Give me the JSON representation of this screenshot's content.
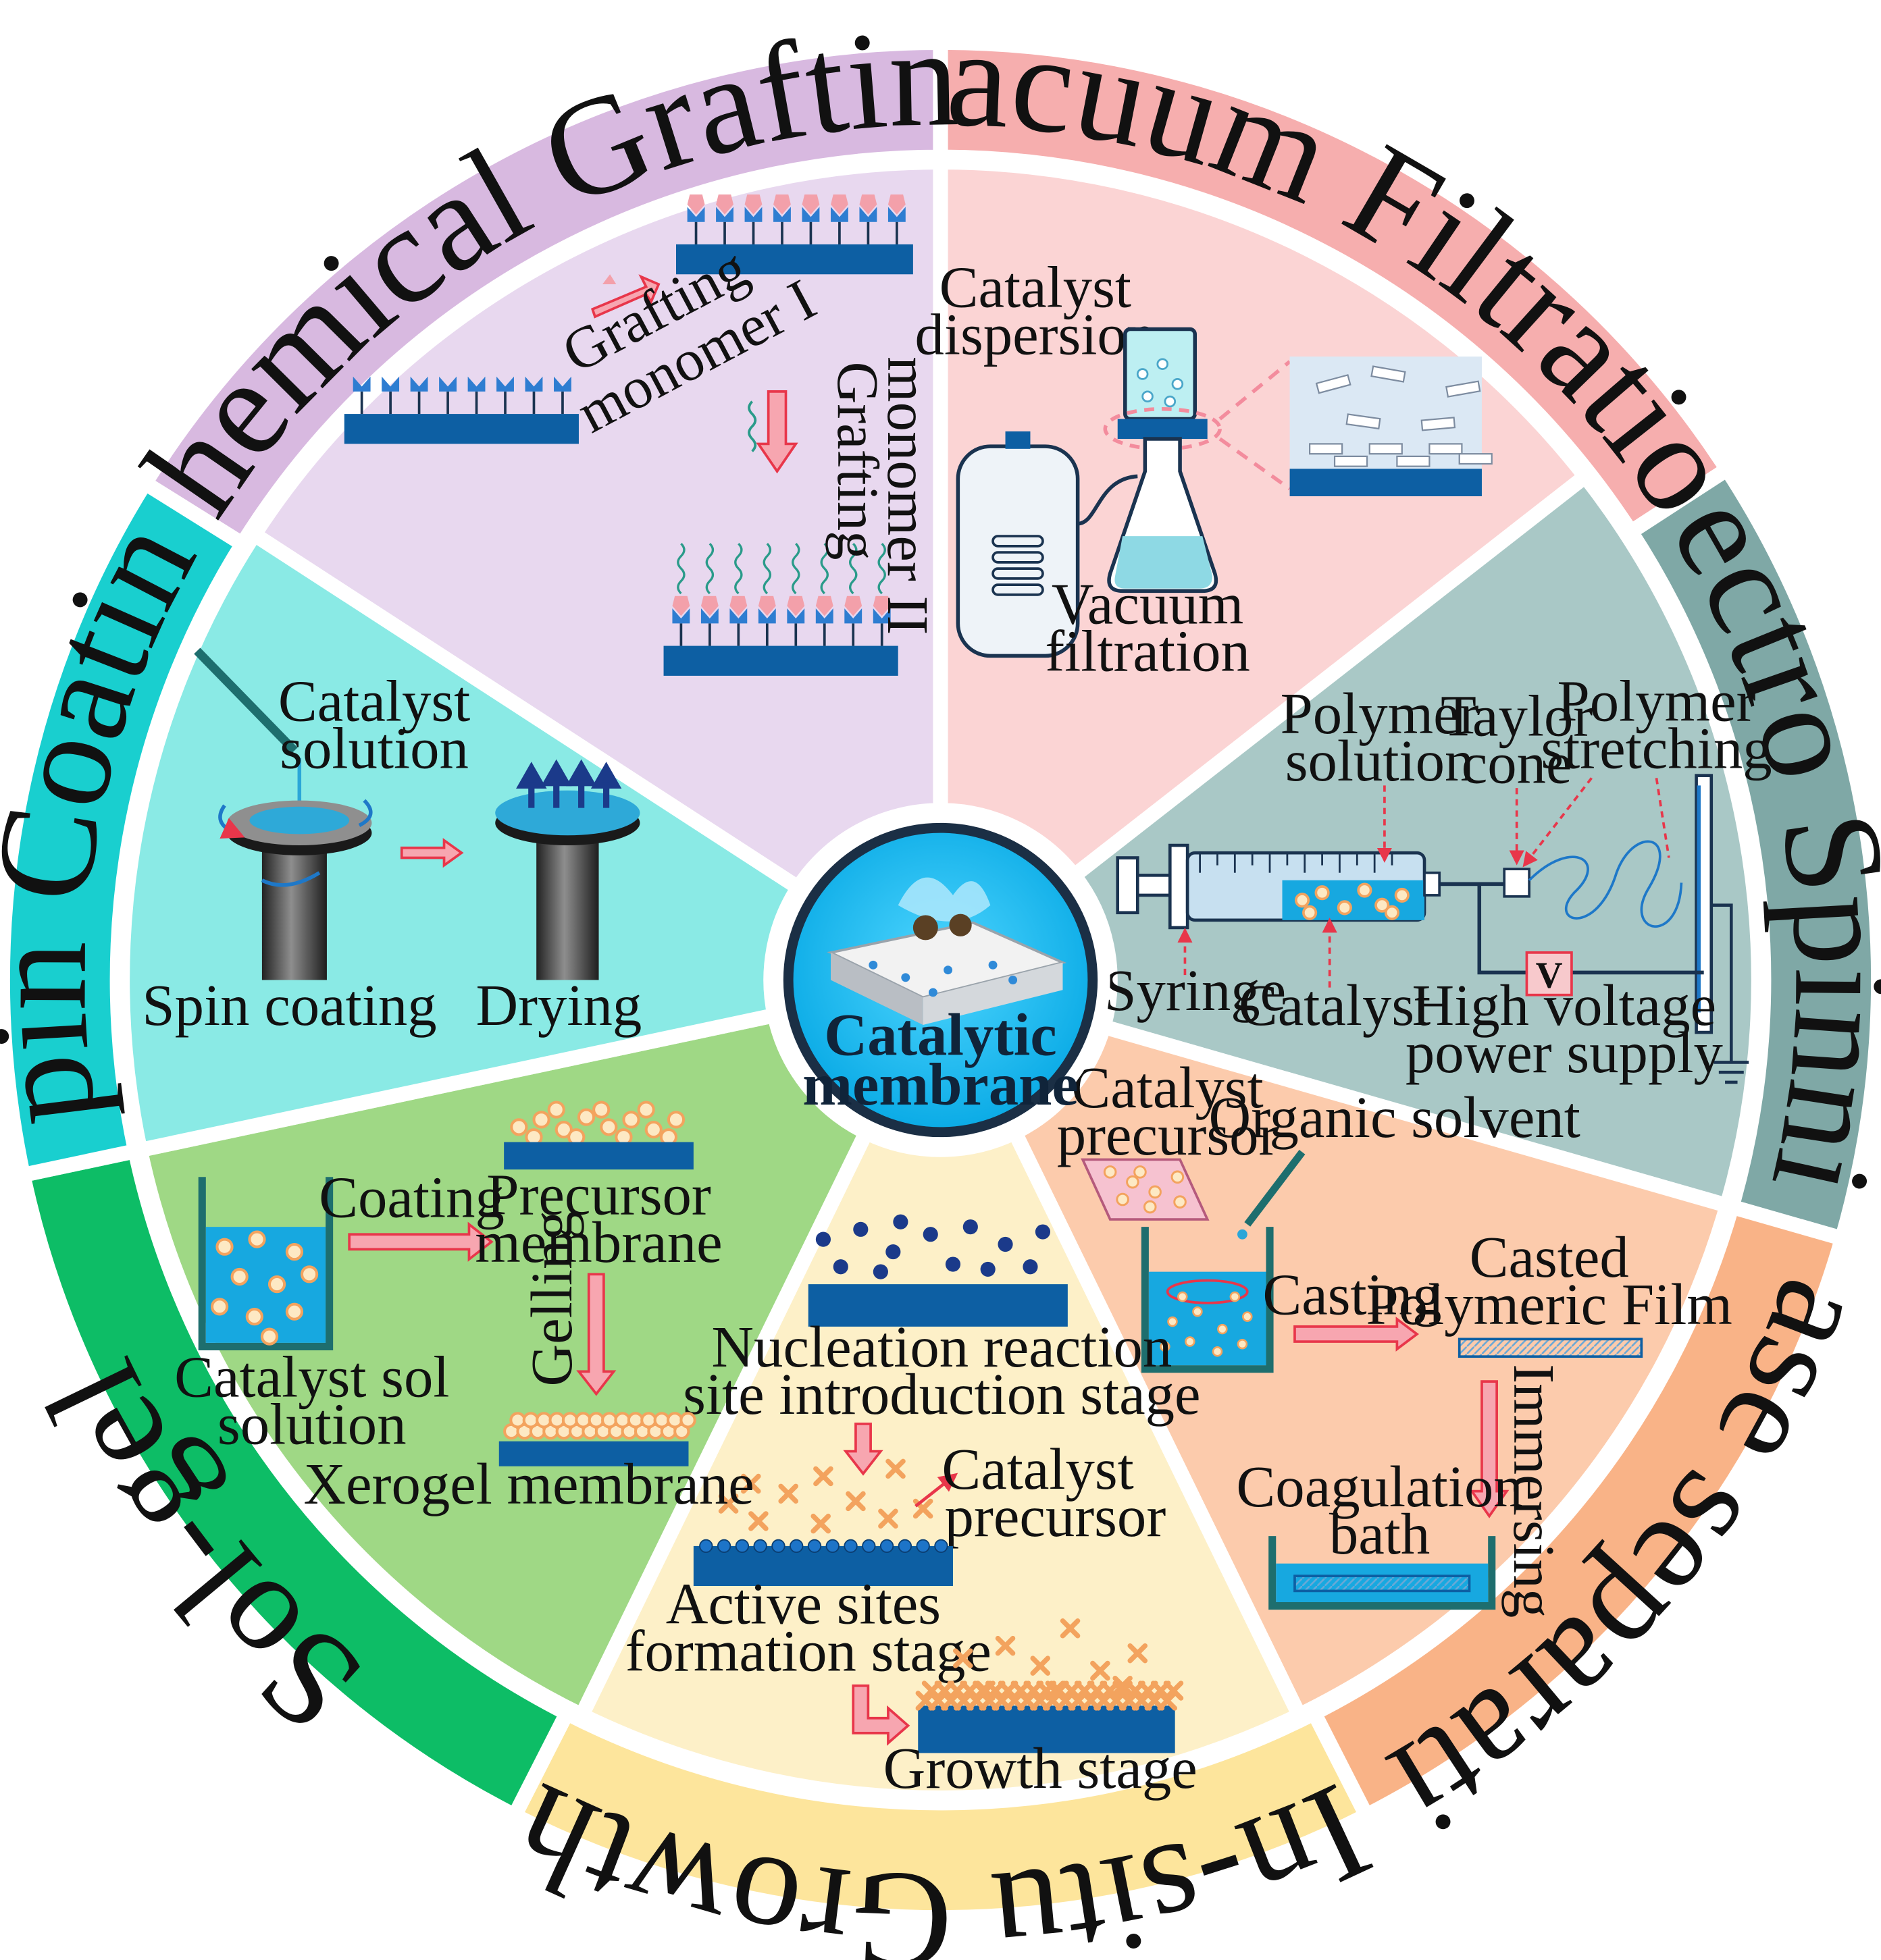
{
  "center": {
    "line1": "Catalytic",
    "line2": "membrane"
  },
  "sectors": {
    "chemical_grafting": {
      "title": "Chemical Grafting",
      "ring_color": "#d8b9e0",
      "fill_color": "#e8d8ef",
      "step1_a": "Grafting",
      "step1_b": "monomer I",
      "step2_a": "Grafting",
      "step2_b": "monomer II"
    },
    "vacuum_filtration": {
      "title": "Vacuum Filtration",
      "ring_color": "#f6aeae",
      "fill_color": "#fbd4d4",
      "dispersion_a": "Catalyst",
      "dispersion_b": "dispersion",
      "process_a": "Vacuum",
      "process_b": "filtration"
    },
    "electro_spinning": {
      "title": "Electro Spinning",
      "ring_color": "#7fa8a6",
      "fill_color": "#a9c8c6",
      "polymer_solution_a": "Polymer",
      "polymer_solution_b": "solution",
      "taylor_a": "Taylor",
      "taylor_b": "cone",
      "stretch_a": "Polymer",
      "stretch_b": "stretching",
      "syringe": "Syringe",
      "catalyst": "Catalyst",
      "hv_a": "High voltage",
      "hv_b": "power supply",
      "voltage_symbol": "V"
    },
    "phase_separation": {
      "title": "Phase separation",
      "ring_color": "#f9b387",
      "fill_color": "#fccbac",
      "precursor_a": "Catalyst",
      "precursor_b": "precursor",
      "solvent": "Organic solvent",
      "casting": "Casting",
      "film_a": "Casted",
      "film_b": "Polymeric Film",
      "immersing": "Immersing",
      "bath_a": "Coagulation",
      "bath_b": "bath"
    },
    "in_situ_growth": {
      "title": "In-situ Growth",
      "ring_color": "#fde59c",
      "fill_color": "#fdf0c8",
      "nucleation_a": "Nucleation reaction",
      "nucleation_b": "site introduction stage",
      "precursor_a": "Catalyst",
      "precursor_b": "precursor",
      "active_a": "Active sites",
      "active_b": "formation stage",
      "growth": "Growth stage"
    },
    "sol_gel": {
      "title": "Sol-gel",
      "ring_color": "#0dbd66",
      "fill_color": "#9fd885",
      "coating": "Coating",
      "precursor_a": "Precursor",
      "precursor_b": "membrane",
      "gelling": "Gelling",
      "sol_a": "Catalyst sol",
      "sol_b": "solution",
      "xerogel": "Xerogel membrane"
    },
    "spin_coating": {
      "title": "Spin Coating",
      "ring_color": "#19cfcf",
      "fill_color": "#8aeae5",
      "solution_a": "Catalyst",
      "solution_b": "solution",
      "spin": "Spin coating",
      "drying": "Drying"
    }
  },
  "colors": {
    "membrane_blue": "#0d5fa3",
    "arrow_red": "#e8364a",
    "catalyst_orange": "#f3a35e",
    "border": "#ffffff"
  }
}
